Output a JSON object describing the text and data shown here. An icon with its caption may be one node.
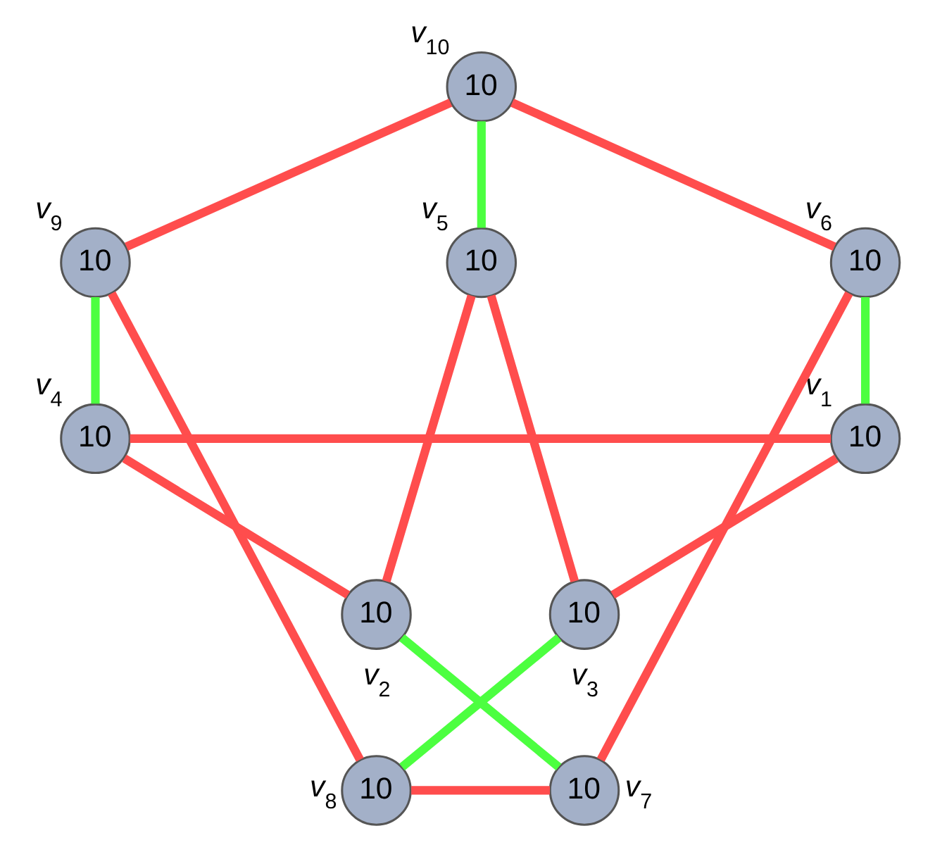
{
  "diagram": {
    "nodes": [
      {
        "text": [
          "10"
        ],
        "beside": [
          "*v*$_{10}$"
        ]
      },
      {
        "text": [
          "10"
        ],
        "beside": [
          "*v*$_{5}$"
        ]
      },
      {
        "text": [
          "10"
        ],
        "beside": [
          "*v*$_{9}$"
        ]
      },
      {
        "text": [
          "10"
        ],
        "beside": [
          "*v*$_{6}$"
        ]
      },
      {
        "text": [
          "10"
        ],
        "beside": [
          "*v*$_{4}$"
        ]
      },
      {
        "text": [
          "10"
        ],
        "beside": [
          "*v*$_{1}$"
        ]
      },
      {
        "text": [
          "10"
        ],
        "beside": [
          "*v*$_{3}$"
        ]
      },
      {
        "text": [
          "10"
        ],
        "beside": [
          "*v*$_{2}$"
        ]
      },
      {
        "text": [
          "10"
        ],
        "beside": [
          "*v*$_{8}$"
        ]
      },
      {
        "text": [
          "10"
        ],
        "beside": [
          "*v*$_{7}$"
        ]
      }
    ],
    "edges": [
      {
        "from": 0,
        "to": 2,
        "arrow": "none"
      },
      {
        "from": 0,
        "to": 3,
        "arrow": "none"
      },
      {
        "from": 2,
        "to": 8,
        "arrow": "none"
      },
      {
        "from": 3,
        "to": 9,
        "arrow": "none"
      },
      {
        "from": 8,
        "to": 9,
        "arrow": "none"
      },
      {
        "from": 0,
        "to": 1,
        "arrow": "none",
        "color": "#4cff40"
      },
      {
        "from": 2,
        "to": 4,
        "arrow": "none",
        "color": "#4cff40"
      },
      {
        "from": 3,
        "to": 5,
        "arrow": "none",
        "color": "#4cff40"
      },
      {
        "from": 8,
        "to": 6,
        "arrow": "none",
        "color": "#4cff40"
      },
      {
        "from": 9,
        "to": 7,
        "arrow": "none",
        "color": "#4cff40"
      },
      {
        "from": 4,
        "to": 5,
        "arrow": "none"
      },
      {
        "from": 4,
        "to": 7,
        "arrow": "none"
      },
      {
        "from": 1,
        "to": 6,
        "arrow": "none"
      },
      {
        "from": 1,
        "to": 7,
        "arrow": "none"
      },
      {
        "from": 6,
        "to": 5,
        "arrow": "none"
      }
    ]
  }
}
